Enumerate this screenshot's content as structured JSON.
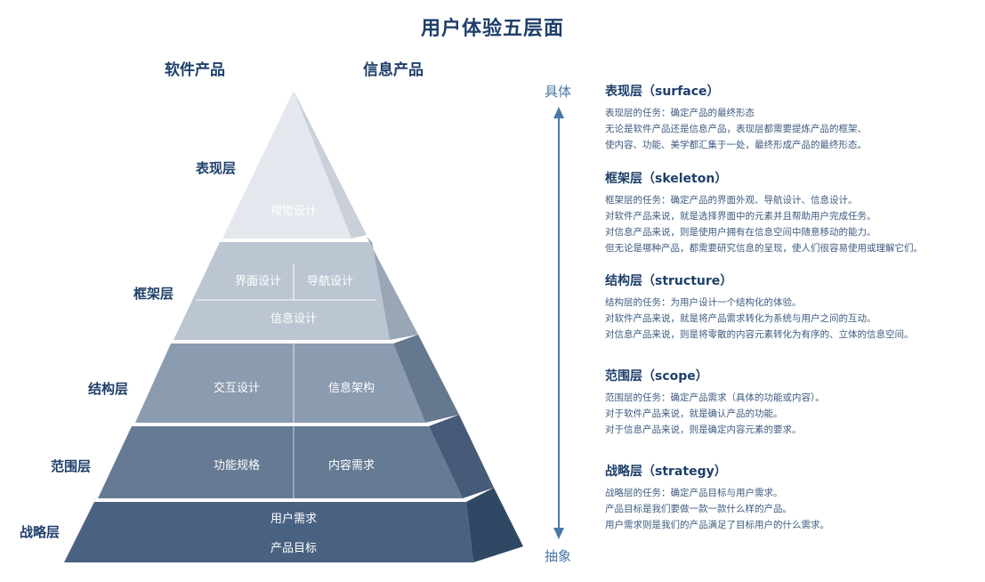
{
  "title": "用户体验五层面",
  "columns": {
    "left": "软件产品",
    "right": "信息产品"
  },
  "axis": {
    "top": "具体",
    "bottom": "抽象"
  },
  "layers": [
    {
      "label": "表现层",
      "cells": [
        "视觉设计"
      ]
    },
    {
      "label": "框架层",
      "cells": [
        "界面设计",
        "导航设计",
        "信息设计"
      ]
    },
    {
      "label": "结构层",
      "cells": [
        "交互设计",
        "信息架构"
      ]
    },
    {
      "label": "范围层",
      "cells": [
        "功能规格",
        "内容需求"
      ]
    },
    {
      "label": "战略层",
      "cells": [
        "用户需求",
        "产品目标"
      ]
    }
  ],
  "descriptions": [
    {
      "title": "表现层（surface）",
      "lines": [
        "表现层的任务：确定产品的最终形态",
        "无论是软件产品还是信息产品，表现层都需要提炼产品的框架、",
        "使内容、功能、美学都汇集于一处，最终形成产品的最终形态。"
      ]
    },
    {
      "title": "框架层（skeleton）",
      "lines": [
        "框架层的任务：确定产品的界面外观、导航设计、信息设计。",
        "对软件产品来说，就是选择界面中的元素并且帮助用户完成任务。",
        "对信息产品来说，则是使用户拥有在信息空间中随意移动的能力。",
        "但无论是哪种产品，都需要研究信息的呈现，使人们很容易使用或理解它们。"
      ]
    },
    {
      "title": "结构层（structure）",
      "lines": [
        "结构层的任务：为用户设计一个结构化的体验。",
        "对软件产品来说，就是将产品需求转化为系统与用户之间的互动。",
        "对信息产品来说，则是将零散的内容元素转化为有序的、立体的信息空间。"
      ]
    },
    {
      "title": "范围层（scope）",
      "lines": [
        "范围层的任务：确定产品需求（具体的功能或内容）。",
        "对于软件产品来说，就是确认产品的功能。",
        "对于信息产品来说，则是确定内容元素的要求。"
      ]
    },
    {
      "title": "战略层（strategy）",
      "lines": [
        "战略层的任务：确定产品目标与用户需求。",
        "产品目标是我们要做一款一款什么样的产品。",
        "用户需求则是我们的产品满足了目标用户的什么需求。"
      ]
    }
  ],
  "colors": {
    "layer_fronts": [
      "#e4e8ee",
      "#bcc6d2",
      "#8b9bb0",
      "#667a94",
      "#4a6282"
    ],
    "layer_sides": [
      "#c9d0da",
      "#99a6b6",
      "#66788f",
      "#455b78",
      "#2f4864"
    ],
    "axis": "#4a78a8",
    "title": "#1e3f6a"
  }
}
